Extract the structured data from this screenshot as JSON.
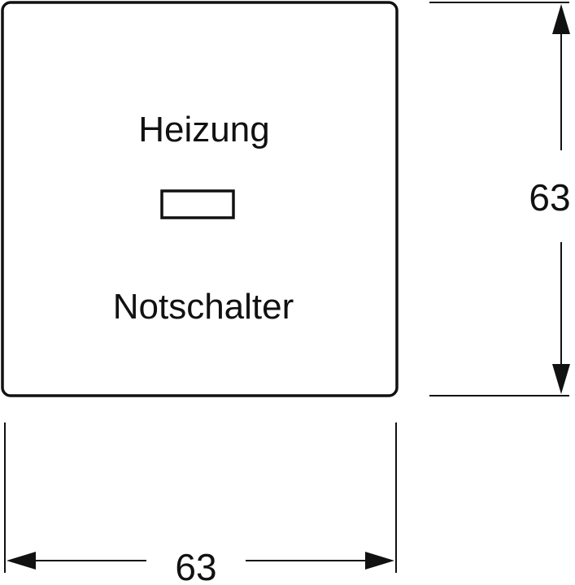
{
  "plate": {
    "label_top": "Heizung",
    "label_bottom": "Notschalter"
  },
  "dimensions": {
    "height_value": "63",
    "width_value": "63"
  },
  "colors": {
    "line": "#111111",
    "background": "#ffffff"
  }
}
